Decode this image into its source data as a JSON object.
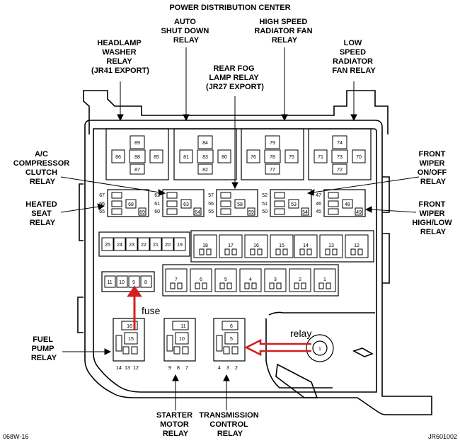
{
  "diagram": {
    "title": "POWER DISTRIBUTION CENTER",
    "left_code": "068W-16",
    "right_code": "JR601002",
    "annotations": {
      "fuse": "fuse",
      "relay": "relay"
    },
    "labels": {
      "auto_shutdown": [
        "AUTO",
        "SHUT DOWN",
        "RELAY"
      ],
      "hs_fan": [
        "HIGH SPEED",
        "RADIATOR FAN",
        "RELAY"
      ],
      "headlamp_washer": [
        "HEADLAMP",
        "WASHER",
        "RELAY",
        "(JR41 EXPORT)"
      ],
      "low_speed_fan": [
        "LOW",
        "SPEED",
        "RADIATOR",
        "FAN RELAY"
      ],
      "rear_fog": [
        "REAR FOG",
        "LAMP RELAY",
        "(JR27 EXPORT)"
      ],
      "ac_compressor": [
        "A/C",
        "COMPRESSOR",
        "CLUTCH",
        "RELAY"
      ],
      "front_wiper_onoff": [
        "FRONT",
        "WIPER",
        "ON/OFF",
        "RELAY"
      ],
      "heated_seat": [
        "HEATED",
        "SEAT",
        "RELAY"
      ],
      "front_wiper_hilo": [
        "FRONT",
        "WIPER",
        "HIGH/LOW",
        "RELAY"
      ],
      "fuel_pump": [
        "FUEL",
        "PUMP",
        "RELAY"
      ],
      "starter_motor": [
        "STARTER",
        "MOTOR",
        "RELAY"
      ],
      "transmission": [
        "TRANSMISSION",
        "CONTROL",
        "RELAY"
      ]
    },
    "large_relays": [
      {
        "top": "89",
        "left": "86",
        "mid": "88",
        "right": "85",
        "bottom": "87"
      },
      {
        "top": "84",
        "left": "81",
        "mid": "83",
        "right": "80",
        "bottom": "82"
      },
      {
        "top": "79",
        "left": "76",
        "mid": "78",
        "right": "75",
        "bottom": "77"
      },
      {
        "top": "74",
        "left": "71",
        "mid": "73",
        "right": "70",
        "bottom": "72"
      }
    ],
    "mini_relays": [
      {
        "pins": [
          "67",
          "66",
          "65"
        ],
        "inner": [
          "68",
          "69"
        ],
        "side": "left"
      },
      {
        "pins": [
          "62",
          "61",
          "60"
        ],
        "inner": [
          "63",
          "64"
        ],
        "side": "left"
      },
      {
        "pins": [
          "57",
          "56",
          "55"
        ],
        "inner": [
          "58",
          "59"
        ],
        "side": "left"
      },
      {
        "pins": [
          "52",
          "51",
          "50"
        ],
        "inner": [
          "53",
          "54"
        ],
        "side": "left"
      },
      {
        "pins": [
          "47",
          "46",
          "45"
        ],
        "inner": [
          "48",
          "49"
        ],
        "side": "left"
      }
    ],
    "fuses_top_left": [
      "25",
      "24",
      "23",
      "22",
      "21",
      "20",
      "19"
    ],
    "fuses_upper_right": [
      "18",
      "17",
      "16",
      "15",
      "14",
      "13",
      "12"
    ],
    "fuses_lower_right": [
      "7",
      "6",
      "5",
      "4",
      "3",
      "2",
      "1"
    ],
    "fuses_small": [
      "11",
      "10",
      "9",
      "8"
    ],
    "bottom_relays": [
      {
        "top": "16",
        "mid": "15",
        "bottom": [
          "14",
          "13",
          "12"
        ]
      },
      {
        "top": "11",
        "mid": "10",
        "bottom": [
          "9",
          "8",
          "7"
        ]
      },
      {
        "top": "6",
        "mid": "5",
        "bottom": [
          "4",
          "3",
          "2"
        ]
      }
    ],
    "connector_number": "1"
  }
}
